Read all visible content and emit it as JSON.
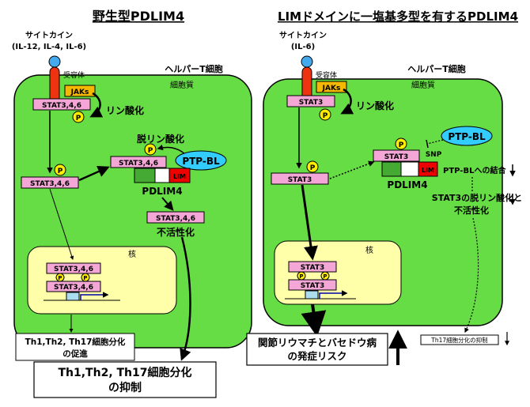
{
  "left": {
    "title": "野生型PDLIM4",
    "cytokine": "サイトカイン",
    "cytokine_list": "(IL-12, IL-4, IL-6)",
    "receptor": "受容体",
    "cell": "ヘルパーT細胞",
    "cytoplasm": "細胞質",
    "jaks": "JAKs",
    "stat_top": "STAT3,4,6",
    "phospho": "リン酸化",
    "p": "P",
    "dephospho": "脱リン酸化",
    "stat_complex": "STAT3,4,6",
    "ptpbl": "PTP-BL",
    "lim": "LIM",
    "pdlim4": "PDLIM4",
    "stat_mid": "STAT3,4,6",
    "stat_inactive": "STAT3,4,6",
    "inactivation": "不活性化",
    "nucleus": "核",
    "nuc_stat_a": "STAT3,4,6",
    "nuc_stat_b": "STAT3,4,6",
    "promote_line1": "Th1,Th2, Th17細胞分化",
    "promote_line2": "の促進",
    "suppress_line1": "Th1,Th2, Th17細胞分化",
    "suppress_line2": "の抑制"
  },
  "right": {
    "title": "LIMドメインに一塩基多型を有するPDLIM4",
    "cytokine": "サイトカイン",
    "cytokine_list": "(IL-6)",
    "receptor": "受容体",
    "cell": "ヘルパーT細胞",
    "cytoplasm": "細胞質",
    "jaks": "JAKs",
    "stat_top": "STAT3",
    "phospho": "リン酸化",
    "p": "P",
    "ptpbl": "PTP-BL",
    "snp": "SNP",
    "stat_complex": "STAT3",
    "lim": "LIM",
    "pdlim4": "PDLIM4",
    "binding": "PTP-BLへの結合",
    "stat_mid": "STAT3",
    "dephos_line1": "STAT3の脱リン酸化と",
    "dephos_line2": "不活性化",
    "nucleus": "核",
    "nuc_stat_a": "STAT3",
    "nuc_stat_b": "STAT3",
    "risk_line1": "関節リウマチとバセドウ病",
    "risk_line2": "の発症リスク",
    "th17": "Th17細胞分化の抑制"
  },
  "colors": {
    "cell_green": "#66dd44",
    "nucleus_yellow": "#ffffaa",
    "stat_pink": "#f4a6d7",
    "jaks_orange": "#f5b800",
    "p_yellow": "#ffee00",
    "ptpbl_cyan": "#33ccff",
    "lim_red": "#ee0000",
    "receptor_red": "#ee3311",
    "ligand_blue": "#44aaee"
  }
}
